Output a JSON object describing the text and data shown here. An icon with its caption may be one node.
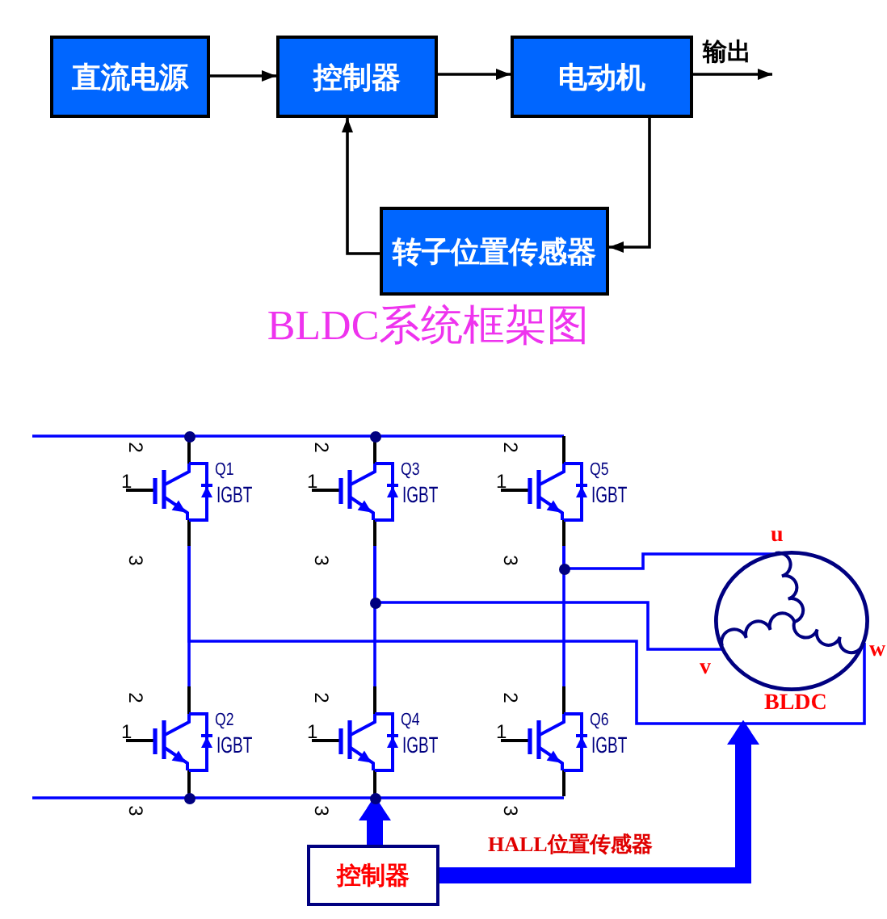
{
  "diagram": {
    "caption": "BLDC系统框架图",
    "nodes": [
      {
        "text": [
          "直流电源"
        ]
      },
      {
        "text": [
          "控制器"
        ]
      },
      {
        "text": [
          "电动机"
        ]
      },
      {
        "text": [
          "转子位置传感器"
        ]
      },
      {
        "text": [
          "2",
          "1",
          "Q1",
          "IGBT",
          "3"
        ]
      },
      {
        "text": [
          "2",
          "1",
          "Q3",
          "IGBT",
          "3"
        ]
      },
      {
        "text": [
          "2",
          "1",
          "Q5",
          "IGBT",
          "3"
        ]
      },
      {
        "text": [
          "BLDC"
        ],
        "beside": [
          "u",
          "v",
          "w"
        ]
      },
      {
        "text": [
          "2",
          "1",
          "Q2",
          "IGBT",
          "3"
        ]
      },
      {
        "text": [
          "2",
          "1",
          "Q4",
          "IGBT",
          "3"
        ]
      },
      {
        "text": [
          "2",
          "1",
          "Q6",
          "IGBT",
          "3"
        ]
      },
      {
        "text": [
          "控制器"
        ]
      }
    ],
    "edges": [
      {
        "from": 0,
        "to": 1,
        "arrow": "to",
        "color": "#000000"
      },
      {
        "from": 1,
        "to": 2,
        "arrow": "to",
        "color": "#000000"
      },
      {
        "from": 2,
        "to": null,
        "arrow": "to",
        "label": "输出",
        "color": "#000000"
      },
      {
        "from": 2,
        "to": 3,
        "arrow": "to",
        "color": "#000000"
      },
      {
        "from": 3,
        "to": 1,
        "arrow": "to",
        "color": "#000000"
      },
      {
        "from": null,
        "to": 4,
        "arrow": "none"
      },
      {
        "from": 4,
        "to": 5,
        "arrow": "none"
      },
      {
        "from": 5,
        "to": 6,
        "arrow": "none"
      },
      {
        "from": null,
        "to": 8,
        "arrow": "none"
      },
      {
        "from": 8,
        "to": 9,
        "arrow": "none"
      },
      {
        "from": 9,
        "to": 10,
        "arrow": "none"
      },
      {
        "from": 4,
        "to": 8,
        "arrow": "none"
      },
      {
        "from": 5,
        "to": 9,
        "arrow": "none"
      },
      {
        "from": 6,
        "to": 10,
        "arrow": "none"
      },
      {
        "from": 4,
        "to": 7,
        "arrow": "none"
      },
      {
        "from": 5,
        "to": 7,
        "arrow": "none"
      },
      {
        "from": 6,
        "to": 7,
        "arrow": "none"
      },
      {
        "from": 11,
        "to": 9,
        "arrow": "to",
        "style": "thick"
      },
      {
        "from": 11,
        "to": 7,
        "arrow": "to",
        "style": "thick",
        "label": "HALL位置传感器"
      }
    ]
  }
}
